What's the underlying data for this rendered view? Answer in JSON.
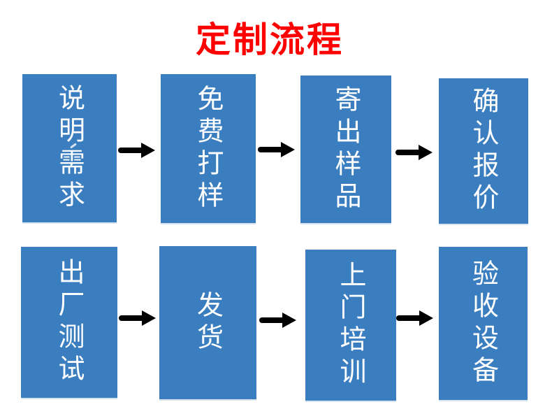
{
  "title": {
    "text": "定制流程"
  },
  "colors": {
    "title_color": "#ff0000",
    "box_fill": "#3b7ec0",
    "box_text": "#ffffff",
    "arrow": "#000000",
    "background": "#ffffff"
  },
  "flow": {
    "rows": [
      {
        "steps": [
          {
            "label": "说明需求"
          },
          {
            "label": "免费打样"
          },
          {
            "label": "寄出样品"
          },
          {
            "label": "确认报价"
          }
        ]
      },
      {
        "steps": [
          {
            "label": "出厂测试"
          },
          {
            "label": "发货"
          },
          {
            "label": "上门培训"
          },
          {
            "label": "验收设备"
          }
        ]
      }
    ]
  }
}
